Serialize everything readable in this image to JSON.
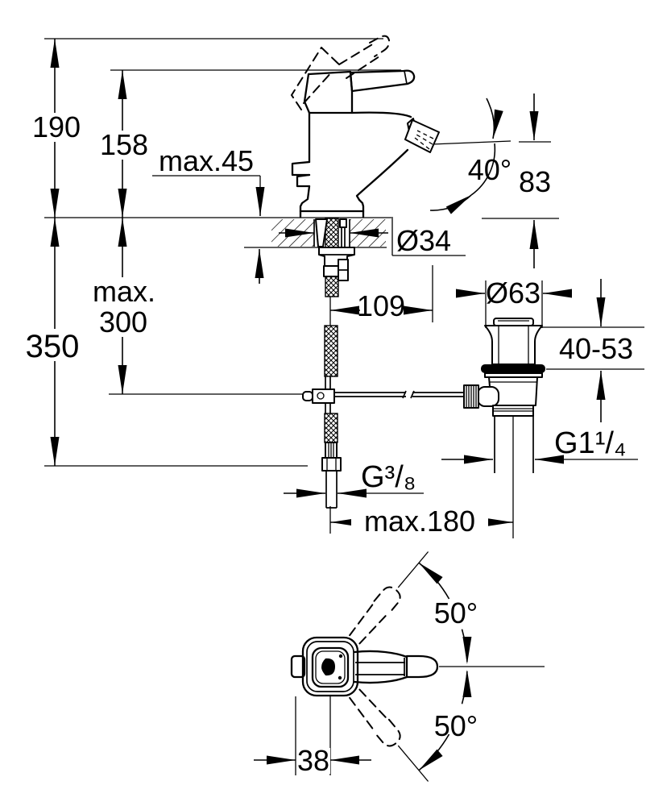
{
  "colors": {
    "line": "#000000",
    "background": "#ffffff"
  },
  "side_view": {
    "height_overall": "190",
    "height_to_aerator": "158",
    "deck_thickness": "max.45",
    "spray_angle": "40°",
    "spout_height": "83",
    "hole_diameter": "Ø34",
    "rod_length_line1": "max.",
    "rod_length_line2": "300",
    "hose_length": "350",
    "spout_reach": "109",
    "waste_flange_diameter": "Ø63",
    "waste_clamp_range": "40-53",
    "waste_thread": "G1¹/₄",
    "hose_thread": "G³/₈",
    "waste_offset": "max.180"
  },
  "top_view": {
    "handle_swing_up": "50°",
    "handle_swing_down": "50°",
    "handle_offset": "38"
  }
}
